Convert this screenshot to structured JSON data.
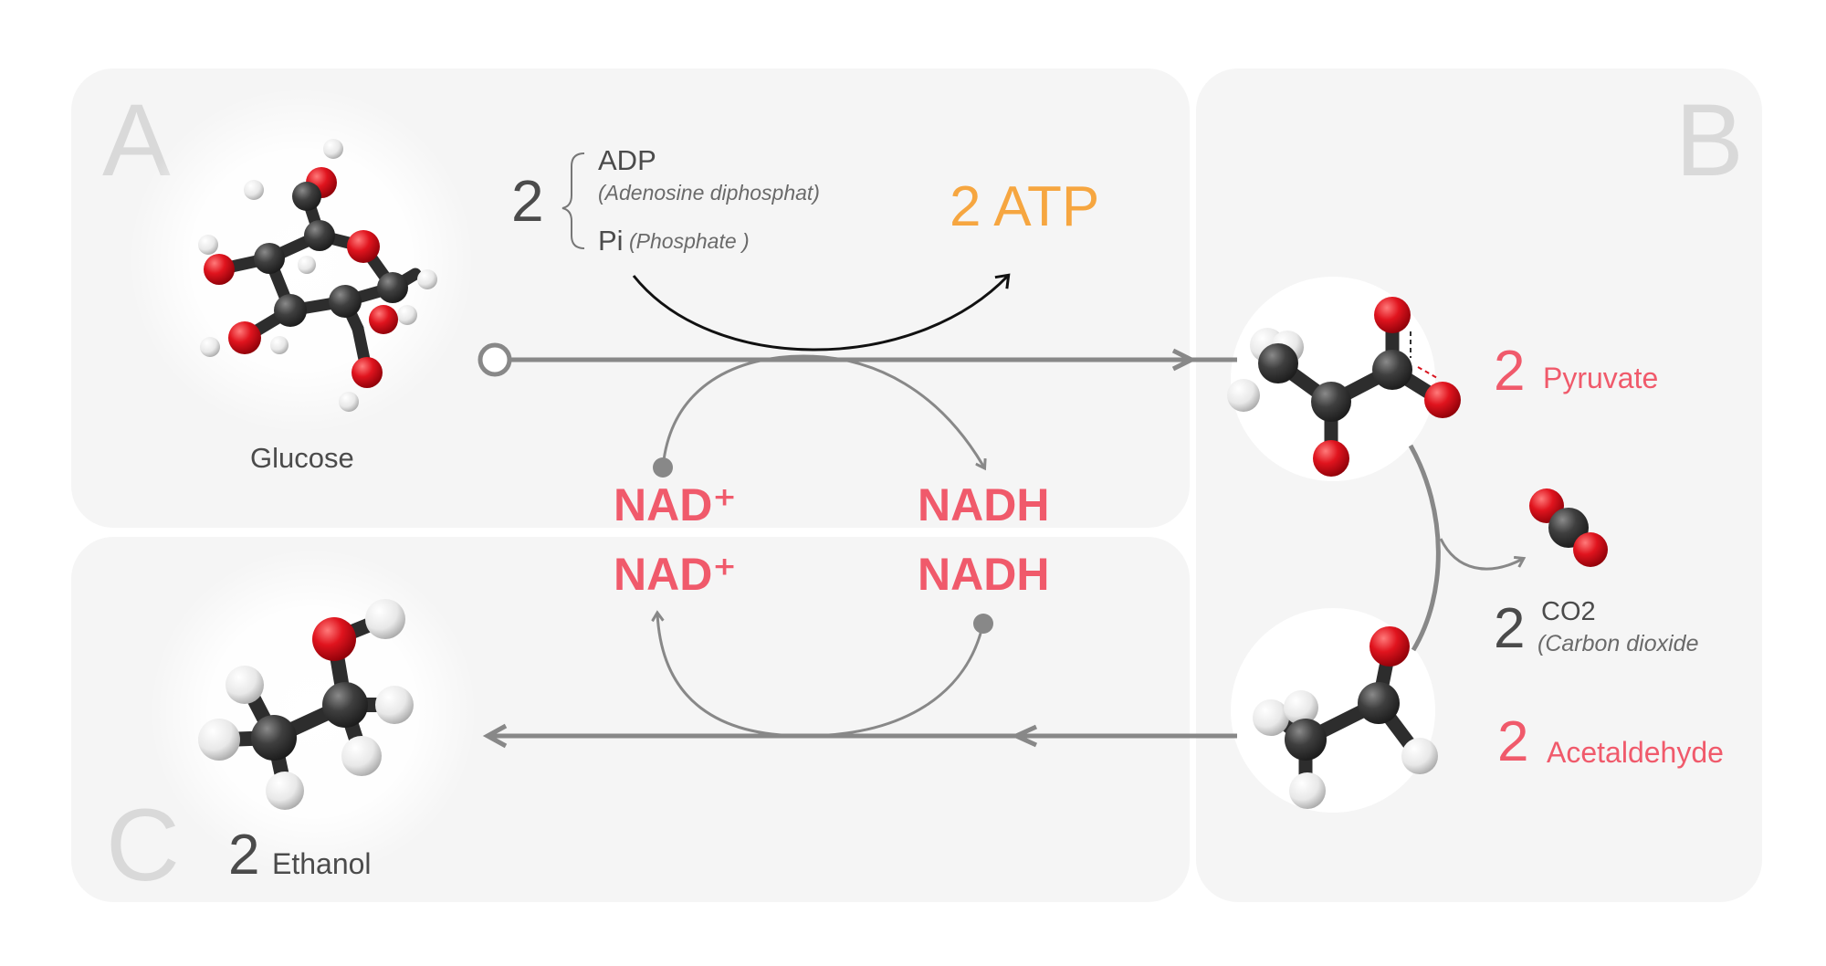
{
  "panels": {
    "a": "A",
    "b": "B",
    "c": "C"
  },
  "glucose": {
    "label": "Glucose"
  },
  "adp": {
    "count": "2",
    "adp_name": "ADP",
    "adp_full": "(Adenosine diphosphat)",
    "pi_name": "Pi",
    "pi_full": "(Phosphate )"
  },
  "atp": {
    "label": "2 ATP"
  },
  "cofactors": {
    "nad_top": "NAD⁺",
    "nadh_top": "NADH",
    "nad_bottom": "NAD⁺",
    "nadh_bottom": "NADH"
  },
  "pyruvate": {
    "count": "2",
    "name": "Pyruvate"
  },
  "co2": {
    "count": "2",
    "name": "CO2",
    "full": "(Carbon dioxide"
  },
  "acetaldehyde": {
    "count": "2",
    "name": "Acetaldehyde"
  },
  "ethanol": {
    "count": "2",
    "name": "Ethanol"
  },
  "colors": {
    "pink": "#f05a6b",
    "orange": "#f6a640",
    "text_dark": "#4b4b4b",
    "arrow_gray": "#888888",
    "panel_bg": "#f5f5f5",
    "atom_carbon": "#3a3a3a",
    "atom_oxygen": "#d8141f",
    "atom_hydrogen": "#eeeeee"
  }
}
